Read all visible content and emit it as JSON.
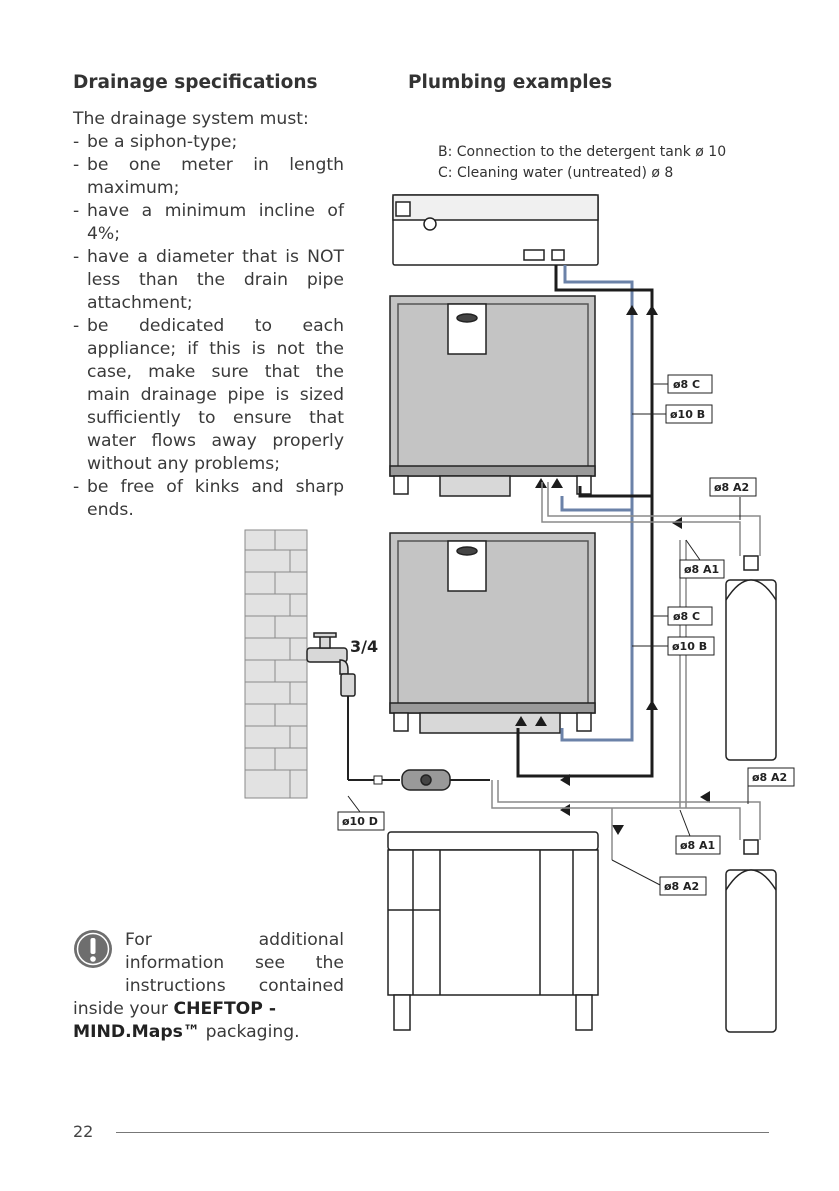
{
  "left": {
    "heading": "Drainage specifications",
    "intro": "The drainage system must:",
    "items": [
      "be a siphon-type;",
      "be one meter in length maximum;",
      "have a minimum incline of 4%;",
      "have a diameter that is NOT less than the drain pipe attachment;",
      "be dedicated to each appliance; if this is not the case, make sure that the main drainage pipe is sized sufficiently to ensure that water flows away properly without any problems;",
      "be free of kinks and sharp ends."
    ]
  },
  "right": {
    "heading": "Plumbing examples",
    "caption_b": "B: Connection to the detergent tank ø 10",
    "caption_c": "C: Cleaning water (untreated) ø 8",
    "labels": {
      "c8_top": "ø8 C",
      "b10_top": "ø10 B",
      "a2_top": "ø8 A2",
      "a1_top": "ø8 A1",
      "c8_mid": "ø8 C",
      "b10_mid": "ø10 B",
      "a2_mid": "ø8 A2",
      "a1_bot": "ø8 A1",
      "a2_bot": "ø8 A2",
      "d10": "ø10 D",
      "tap": "3/4"
    }
  },
  "note": {
    "line1_a": "For",
    "line1_b": "additional",
    "line2": "information see the",
    "line3": "instructions contained",
    "line4_a": "inside your",
    "brand": "CHEFTOP - MIND.Maps™",
    "line4_end": "packaging."
  },
  "footer": {
    "page_number": "22"
  },
  "colors": {
    "pipe_blue": "#6b82a8",
    "pipe_dark": "#1c1c1c",
    "oven_gray": "#c4c4c4"
  }
}
